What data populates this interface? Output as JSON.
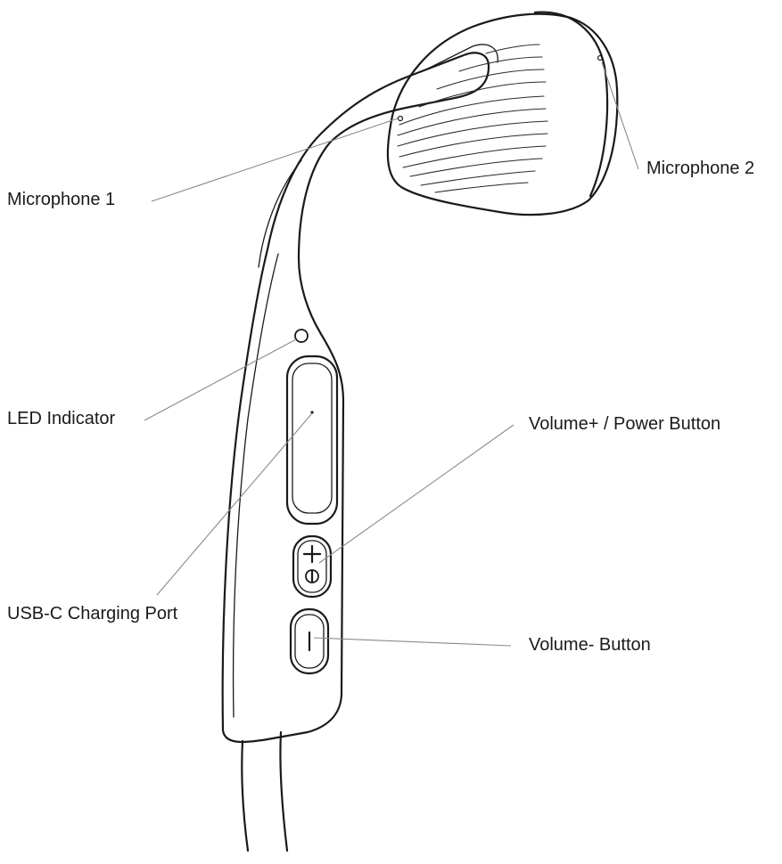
{
  "labels": {
    "microphone_1": "Microphone 1",
    "microphone_2": "Microphone 2",
    "led_indicator": "LED Indicator",
    "volume_plus_power": "Volume+ / Power Button",
    "usb_c_port": "USB-C Charging Port",
    "volume_minus": "Volume- Button"
  },
  "colors": {
    "line": "#1a1a1a",
    "leader": "#8a8a8a",
    "background": "#ffffff"
  }
}
